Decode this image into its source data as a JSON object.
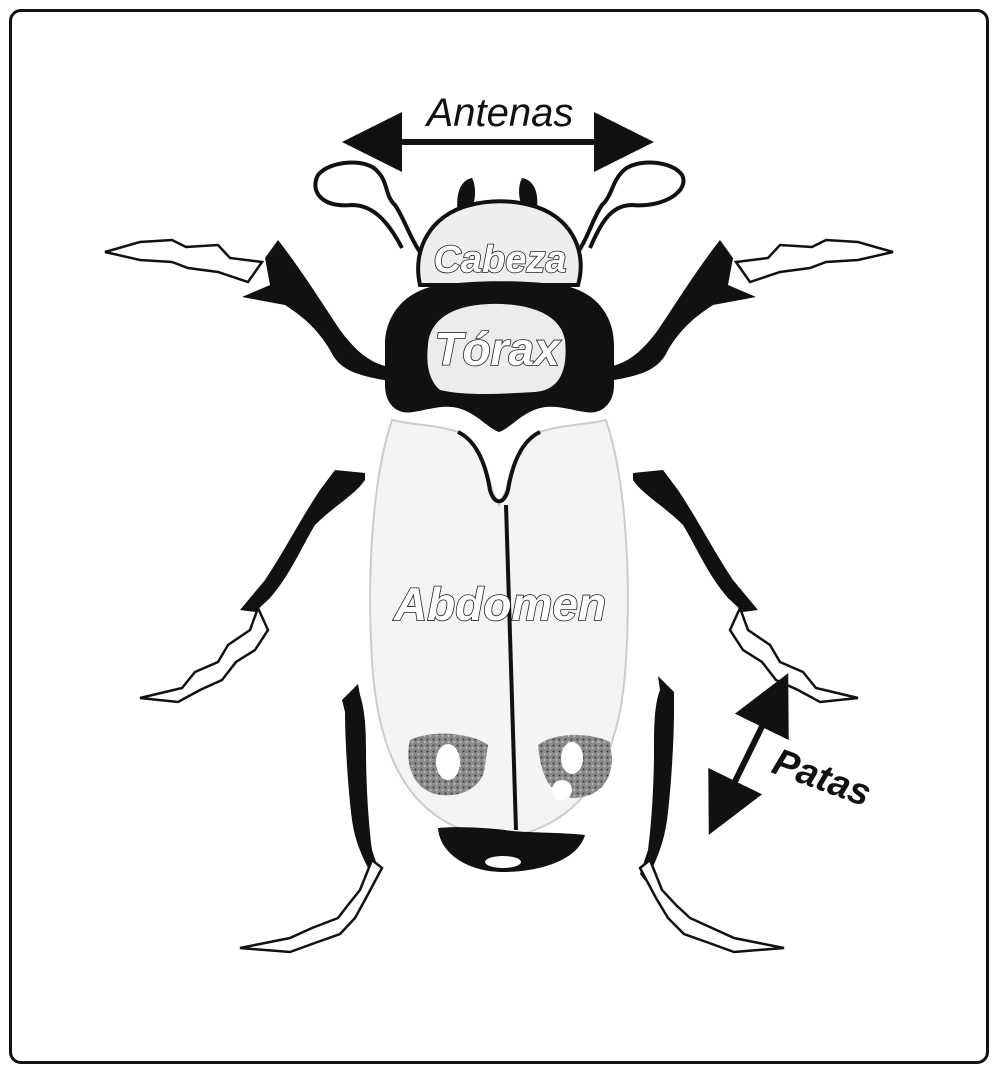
{
  "diagram": {
    "labels": {
      "antenas": "Antenas",
      "cabeza": "Cabeza",
      "torax": "Tórax",
      "abdomen": "Abdomen",
      "patas": "Patas"
    },
    "colors": {
      "ink": "#111111",
      "body_fill": "#f2f2f2",
      "paper": "#ffffff",
      "spot": "#6b6b6b"
    }
  }
}
